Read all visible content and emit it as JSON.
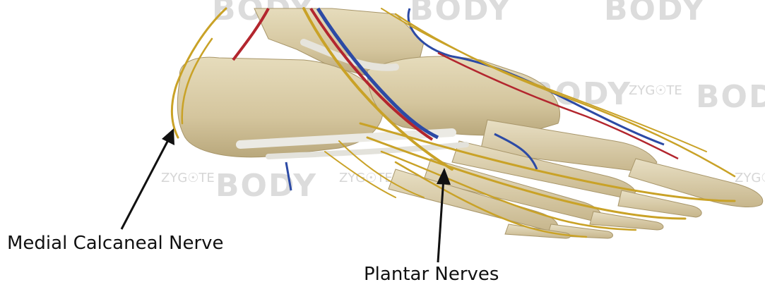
{
  "labels": {
    "medial_calcaneal": "Medial Calcaneal Nerve",
    "plantar": "Plantar Nerves"
  },
  "watermark": {
    "brand": "BODY",
    "prefix": "ZYG☉TE"
  },
  "colors": {
    "bone": "#d9cca8",
    "bone_shadow": "#b7a67c",
    "nerve": "#c9a227",
    "artery": "#b3262e",
    "vein": "#2c4aa5",
    "tendon": "#e9e8e2",
    "arrow": "#111111"
  }
}
